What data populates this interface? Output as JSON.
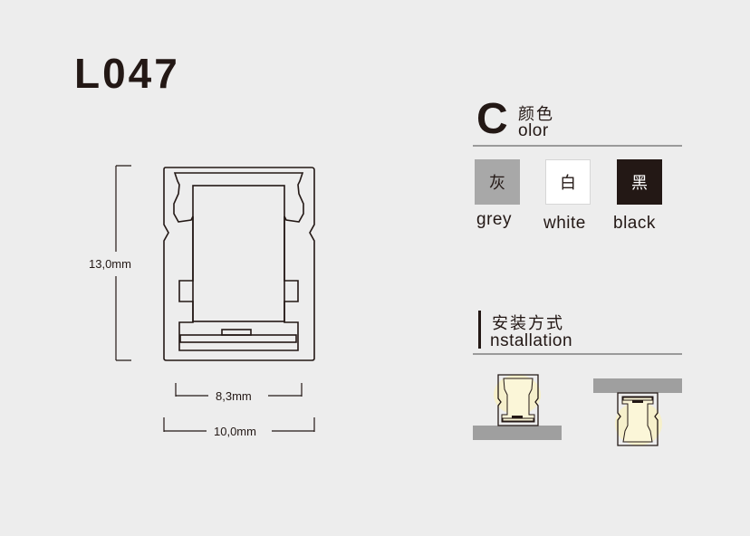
{
  "model": "L047",
  "dimensions": {
    "height": "13,0mm",
    "inner_width": "8,3mm",
    "outer_width": "10,0mm"
  },
  "color_section": {
    "letter": "C",
    "title_cn": "颜色",
    "title_en": "olor",
    "swatches": [
      {
        "char": "灰",
        "label": "grey",
        "fill": "#a8a8a8",
        "text_color": "#231815"
      },
      {
        "char": "白",
        "label": "white",
        "fill": "#ffffff",
        "text_color": "#231815"
      },
      {
        "char": "黑",
        "label": "black",
        "fill": "#231815",
        "text_color": "#ffffff"
      }
    ]
  },
  "install_section": {
    "title_cn": "安装方式",
    "title_en": "nstallation"
  },
  "colors": {
    "line": "#231815",
    "surface": "#9f9f9f",
    "rule": "#9a9a9a",
    "light": "#f3ecc4"
  }
}
